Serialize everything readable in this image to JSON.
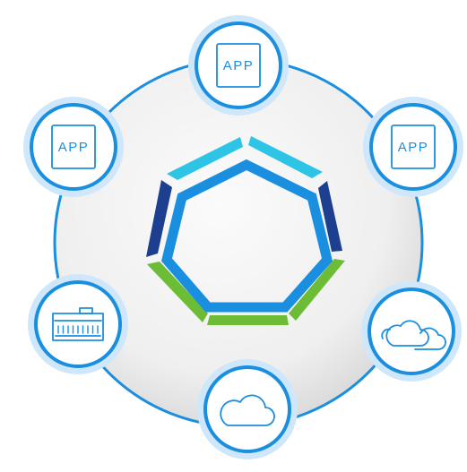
{
  "diagram": {
    "colors": {
      "ring_outline": "#1a8fe0",
      "node_halo": "#cfe7fa",
      "node_fill": "#ffffff",
      "node_border": "#1a8fe0",
      "icon_stroke": "#1a8fe0",
      "hub_inner": "#1a8fe0",
      "segment_cyan": "#2ec4e6",
      "segment_navy": "#1d3f8f",
      "segment_green": "#6cbd35",
      "disc_light": "#f7f7f7",
      "disc_shadow": "#dcdcdc"
    },
    "nodes": [
      {
        "id": "top",
        "icon": "app-box-icon",
        "label": "APP"
      },
      {
        "id": "upper-left",
        "icon": "app-box-icon",
        "label": "APP"
      },
      {
        "id": "upper-right",
        "icon": "app-box-icon",
        "label": "APP"
      },
      {
        "id": "lower-left",
        "icon": "building-icon",
        "label": ""
      },
      {
        "id": "lower-right",
        "icon": "multi-cloud-icon",
        "label": ""
      },
      {
        "id": "bottom",
        "icon": "cloud-icon",
        "label": ""
      }
    ]
  }
}
